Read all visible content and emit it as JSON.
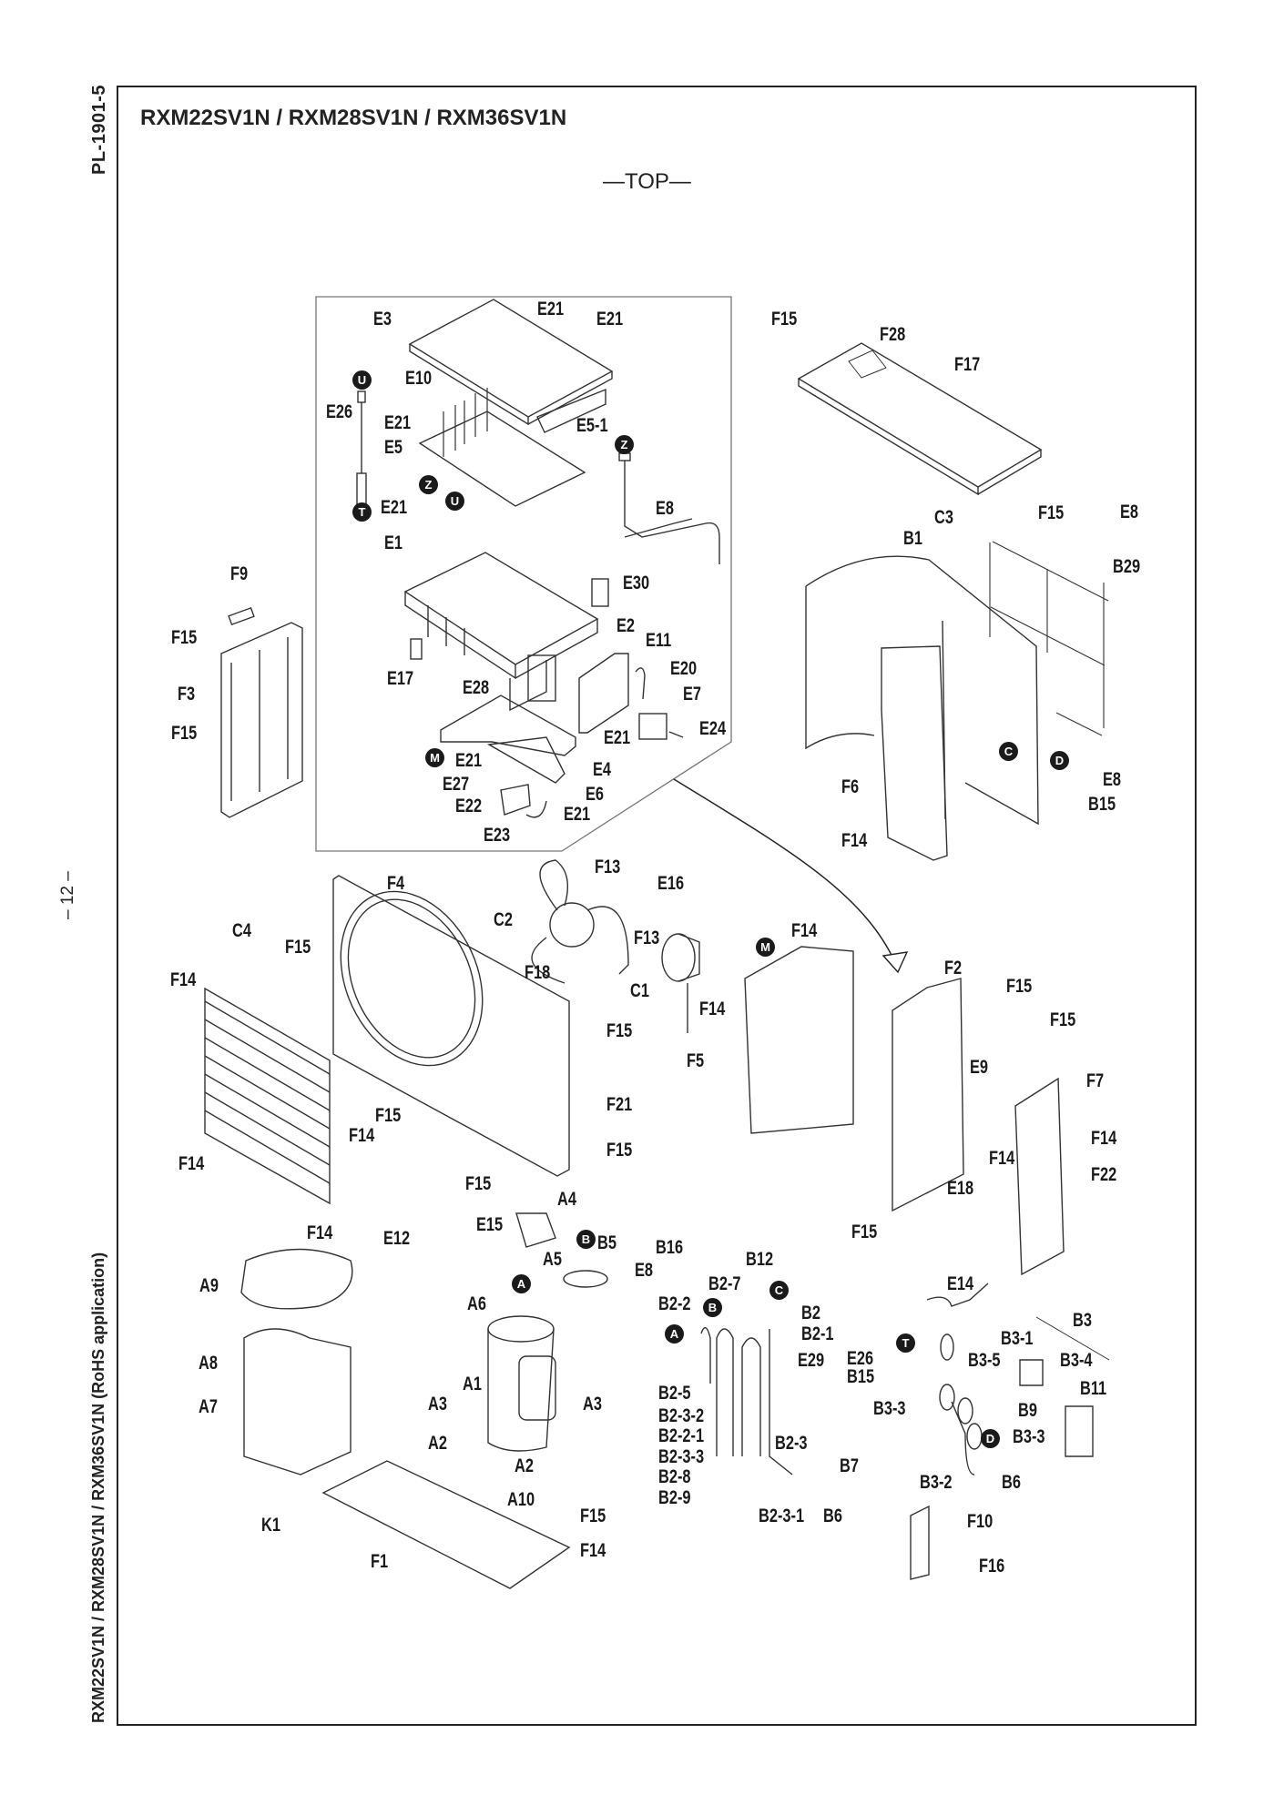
{
  "document": {
    "code": "PL-1901-5",
    "page_number": "– 12 –",
    "title": "RXM22SV1N / RXM28SV1N / RXM36SV1N",
    "side_caption": "RXM22SV1N / RXM28SV1N / RXM36SV1N (RoHS application)",
    "orientation_mark": "—TOP—"
  },
  "markers": {
    "U": "U",
    "T": "T",
    "Z": "Z",
    "M": "M",
    "A": "A",
    "B": "B",
    "C": "C",
    "D": "D"
  },
  "parts": {
    "E1": "E1",
    "E2": "E2",
    "E3": "E3",
    "E4": "E4",
    "E5": "E5",
    "E5_1": "E5-1",
    "E6": "E6",
    "E7": "E7",
    "E8": "E8",
    "E9": "E9",
    "E10": "E10",
    "E11": "E11",
    "E12": "E12",
    "E14": "E14",
    "E15": "E15",
    "E16": "E16",
    "E17": "E17",
    "E18": "E18",
    "E20": "E20",
    "E21": "E21",
    "E22": "E22",
    "E23": "E23",
    "E24": "E24",
    "E26": "E26",
    "E27": "E27",
    "E28": "E28",
    "E29": "E29",
    "E30": "E30",
    "F1": "F1",
    "F2": "F2",
    "F3": "F3",
    "F4": "F4",
    "F5": "F5",
    "F6": "F6",
    "F7": "F7",
    "F9": "F9",
    "F10": "F10",
    "F13": "F13",
    "F14": "F14",
    "F15": "F15",
    "F16": "F16",
    "F17": "F17",
    "F18": "F18",
    "F21": "F21",
    "F22": "F22",
    "F28": "F28",
    "C1": "C1",
    "C2": "C2",
    "C3": "C3",
    "C4": "C4",
    "B1": "B1",
    "B2": "B2",
    "B2_1": "B2-1",
    "B2_2": "B2-2",
    "B2_2_1": "B2-2-1",
    "B2_3": "B2-3",
    "B2_3_1": "B2-3-1",
    "B2_3_2": "B2-3-2",
    "B2_3_3": "B2-3-3",
    "B2_5": "B2-5",
    "B2_7": "B2-7",
    "B2_8": "B2-8",
    "B2_9": "B2-9",
    "B3": "B3",
    "B3_1": "B3-1",
    "B3_2": "B3-2",
    "B3_3": "B3-3",
    "B3_4": "B3-4",
    "B3_5": "B3-5",
    "B5": "B5",
    "B6": "B6",
    "B7": "B7",
    "B9": "B9",
    "B11": "B11",
    "B12": "B12",
    "B15": "B15",
    "B16": "B16",
    "B29": "B29",
    "A1": "A1",
    "A2": "A2",
    "A3": "A3",
    "A4": "A4",
    "A5": "A5",
    "A6": "A6",
    "A7": "A7",
    "A8": "A8",
    "A9": "A9",
    "A10": "A10",
    "K1": "K1"
  }
}
